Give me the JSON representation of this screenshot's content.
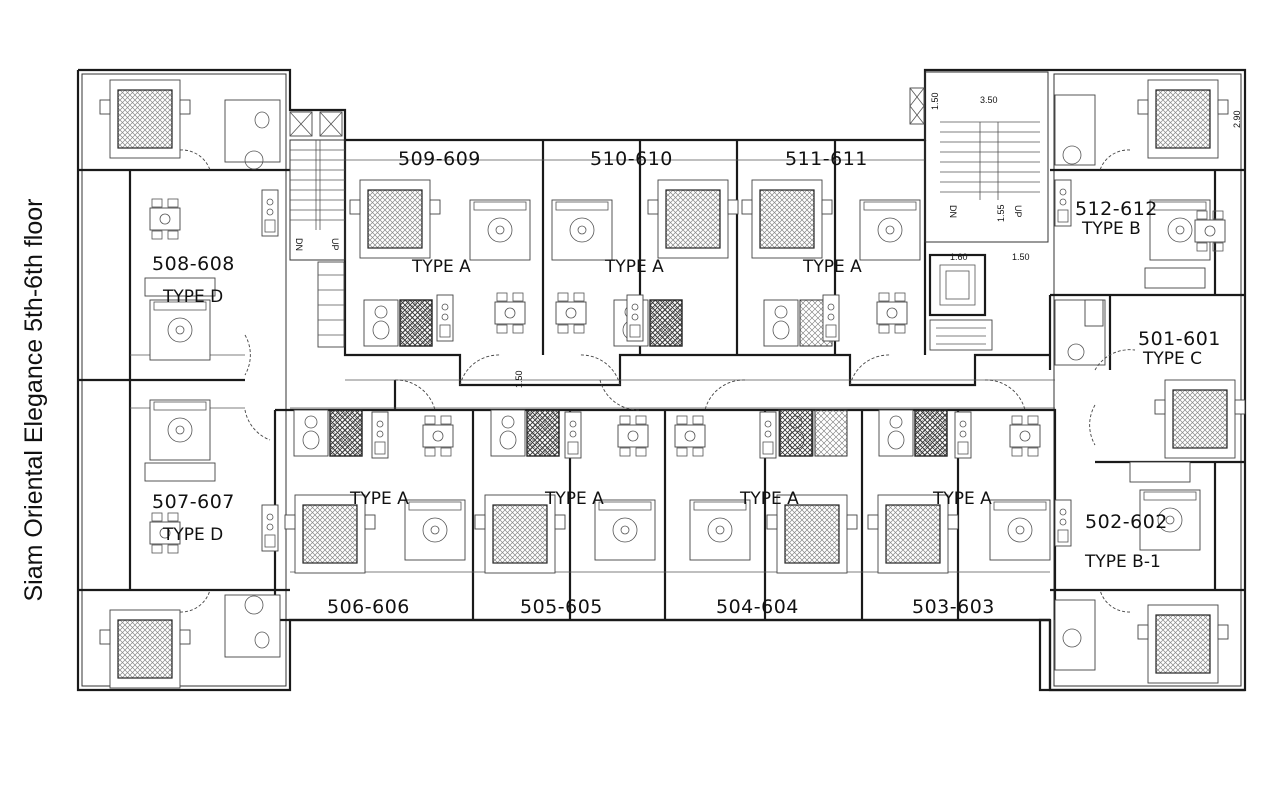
{
  "title": "Siam Oriental Elegance 5th-6th floor",
  "units": {
    "u509": "509-609",
    "u510": "510-610",
    "u511": "511-611",
    "u512": "512-612",
    "u501": "501-601",
    "u502": "502-602",
    "u503": "503-603",
    "u504": "504-604",
    "u505": "505-605",
    "u506": "506-606",
    "u507": "507-607",
    "u508": "508-608"
  },
  "types": {
    "a": "TYPE A",
    "b": "TYPE B",
    "b1": "TYPE B-1",
    "c": "TYPE C",
    "d": "TYPE D"
  },
  "stairs": {
    "up": "UP",
    "dn": "DN"
  },
  "dimensions": {
    "d350": "3.50",
    "d150": "1.50",
    "d290": "2.90",
    "d155": "1.55",
    "d160": "1.60"
  },
  "colors": {
    "line": "#1a1a1a",
    "background": "#ffffff"
  }
}
